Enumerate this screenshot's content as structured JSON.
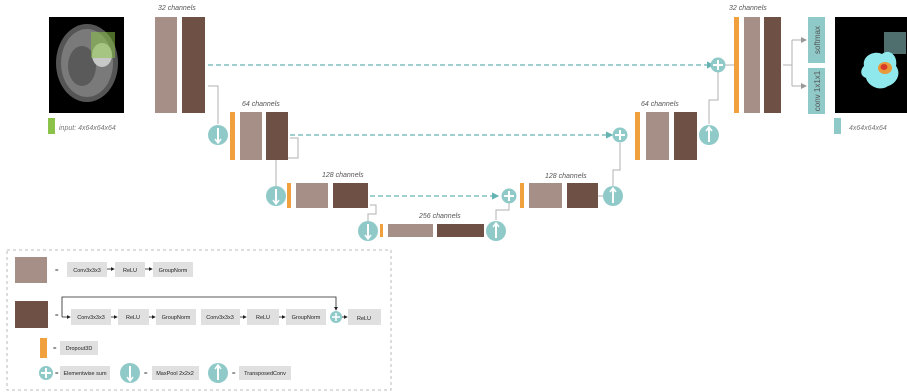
{
  "input": {
    "label": "input: 4x64x64x64"
  },
  "output": {
    "label": "4x64x64x64"
  },
  "encoder": [
    {
      "channels": "32 channels"
    },
    {
      "channels": "64 channels"
    },
    {
      "channels": "128 channels"
    },
    {
      "channels": "256 channels"
    }
  ],
  "decoder": [
    {
      "channels": "128 channels"
    },
    {
      "channels": "64 channels"
    },
    {
      "channels": "32 channels"
    }
  ],
  "heads": {
    "softmax": "softmax",
    "conv": "conv 1x1x1"
  },
  "legend": {
    "eq": "=",
    "row1": [
      "Conv3x3x3",
      "ReLU",
      "GroupNorm"
    ],
    "row2": [
      "Conv3x3x3",
      "ReLU",
      "GroupNorm",
      "Conv3x3x3",
      "ReLU",
      "GroupNorm",
      "ReLU"
    ],
    "dropout": "Dropout3D",
    "sum": "Elementwise sum",
    "maxpool": "MaxPool 2x2x2",
    "transposed": "TransposedConv"
  },
  "colors": {
    "light_block": "#a58f86",
    "dark_block": "#6e5044",
    "dropout": "#f0a03c",
    "teal": "#8fcac9",
    "input_bar": "#8bc34a",
    "skip": "#66b3b3"
  }
}
